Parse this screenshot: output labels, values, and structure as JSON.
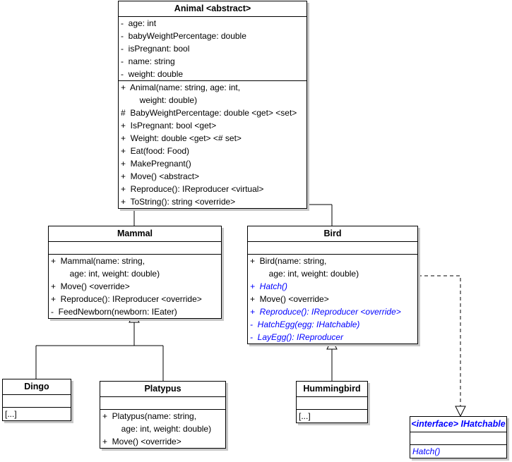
{
  "diagram": {
    "title": "UML class diagram",
    "colors": {
      "line": "#000000",
      "box_fill": "#ffffff",
      "shadow": "#c8c8c8",
      "abstract_blue": "#0000ff"
    }
  },
  "classes": {
    "animal": {
      "name": "Animal <abstract>",
      "attributes": [
        "-  age: int",
        "-  babyWeightPercentage: double",
        "-  isPregnant: bool",
        "-  name: string",
        "-  weight: double"
      ],
      "methods": [
        "+  Animal(name: string, age: int,",
        "        weight: double)",
        "#  BabyWeightPercentage: double <get> <set>",
        "+  IsPregnant: bool <get>",
        "+  Weight: double <get> <# set>",
        "+  Eat(food: Food)",
        "+  MakePregnant()",
        "+  Move() <abstract>",
        "+  Reproduce(): IReproducer <virtual>",
        "+  ToString(): string <override>"
      ]
    },
    "mammal": {
      "name": "Mammal",
      "attributes": [],
      "methods": [
        "+  Mammal(name: string,",
        "        age: int, weight: double)",
        "+  Move() <override>",
        "+  Reproduce(): IReproducer <override>",
        "-  FeedNewborn(newborn: IEater)"
      ]
    },
    "bird": {
      "name": "Bird",
      "attributes": [],
      "methods": [
        "+  Bird(name: string,",
        "        age: int, weight: double)",
        "+  Hatch()",
        "+  Move() <override>",
        "+  Reproduce(): IReproducer <override>",
        "-  HatchEgg(egg: IHatchable)",
        "-  LayEgg(): IReproducer"
      ],
      "italic_blue_methods": [
        "+  Hatch()",
        "+  Reproduce(): IReproducer <override>",
        "-  HatchEgg(egg: IHatchable)",
        "-  LayEgg(): IReproducer"
      ]
    },
    "dingo": {
      "name": "Dingo",
      "attributes": [],
      "methods": [
        "[...]"
      ]
    },
    "platypus": {
      "name": "Platypus",
      "attributes": [],
      "methods": [
        "+  Platypus(name: string,",
        "        age: int, weight: double)",
        "+  Move() <override>"
      ]
    },
    "hummingbird": {
      "name": "Hummingbird",
      "attributes": [],
      "methods": [
        "[...]"
      ]
    },
    "ihatchable": {
      "name": "<interface> IHatchable",
      "attributes": [],
      "methods": [
        "Hatch()"
      ]
    }
  },
  "relationships": [
    {
      "type": "generalization",
      "from": "Mammal",
      "to": "Animal"
    },
    {
      "type": "generalization",
      "from": "Bird",
      "to": "Animal"
    },
    {
      "type": "generalization",
      "from": "Dingo",
      "to": "Mammal"
    },
    {
      "type": "generalization",
      "from": "Platypus",
      "to": "Mammal"
    },
    {
      "type": "generalization",
      "from": "Hummingbird",
      "to": "Bird"
    },
    {
      "type": "realization",
      "from": "Bird",
      "to": "IHatchable"
    }
  ]
}
